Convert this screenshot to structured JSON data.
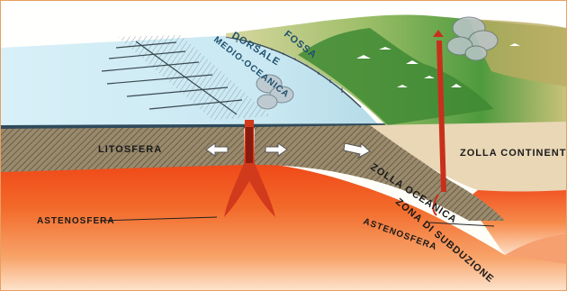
{
  "labels": {
    "dorsale": "DORSALE",
    "medio_oceanica": "MEDIO-OCEANICA",
    "fossa": "FOSSA",
    "litosfera": "LITOSFERA",
    "zolla_continentale": "ZOLLA CONTINENTALE",
    "zolla_oceanica": "ZOLLA OCEANICA",
    "astenosfera_left": "ASTENOSFERA",
    "astenosfera_right": "ASTENOSFERA",
    "zona_di_subduzione": "ZONA DI SUBDUZIONE"
  },
  "icons": {
    "divergence": "double-arrow-icon",
    "plate_motion": "arrow-right-icon",
    "volcano_cloud": "smoke-cloud-icon"
  },
  "colors": {
    "ocean": "#d8f0f8",
    "lithosphere": "#8a7a60",
    "asthenosphere_hot": "#f04818",
    "asthenosphere_warm": "#fbc79a",
    "continent_crust": "#e9d7b6",
    "magma": "#c8301c",
    "land_green": "#4f9a3e"
  }
}
